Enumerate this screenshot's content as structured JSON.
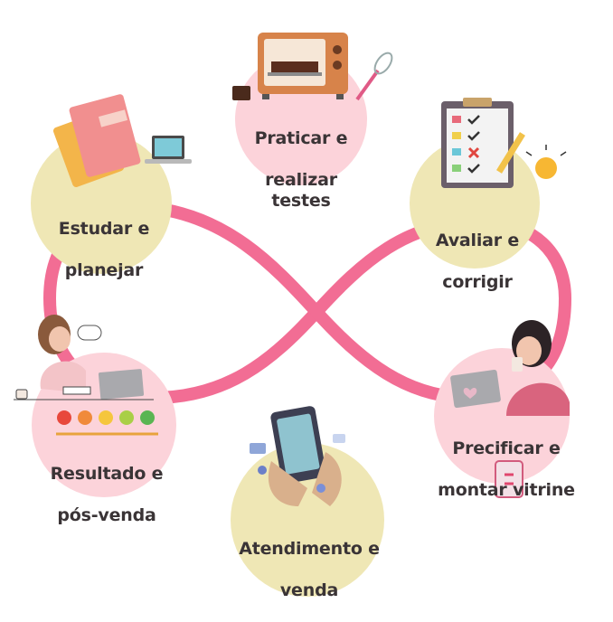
{
  "colors": {
    "loop": "#f26d94",
    "pink_bubble": "#fcd3da",
    "yellow_bubble": "#efe7b5",
    "text": "#3a3436"
  },
  "steps": [
    {
      "id": "praticar",
      "line1": "Praticar e",
      "line2": "realizar testes",
      "bubble": "pink",
      "icon": "oven-icon"
    },
    {
      "id": "avaliar",
      "line1": "Avaliar e",
      "line2": "corrigir",
      "bubble": "yellow",
      "icon": "checklist-icon"
    },
    {
      "id": "precificar",
      "line1": "Precificar e",
      "line2": "montar vitrine",
      "bubble": "pink",
      "icon": "woman-laptop-icon"
    },
    {
      "id": "atendimento",
      "line1": "Atendimento e",
      "line2": "venda",
      "bubble": "yellow",
      "icon": "phone-hands-icon"
    },
    {
      "id": "resultado",
      "line1": "Resultado e",
      "line2": "pós-venda",
      "bubble": "pink",
      "icon": "woman-desk-icon"
    },
    {
      "id": "estudar",
      "line1": "Estudar e",
      "line2": "planejar",
      "bubble": "yellow",
      "icon": "notebooks-icon"
    }
  ]
}
